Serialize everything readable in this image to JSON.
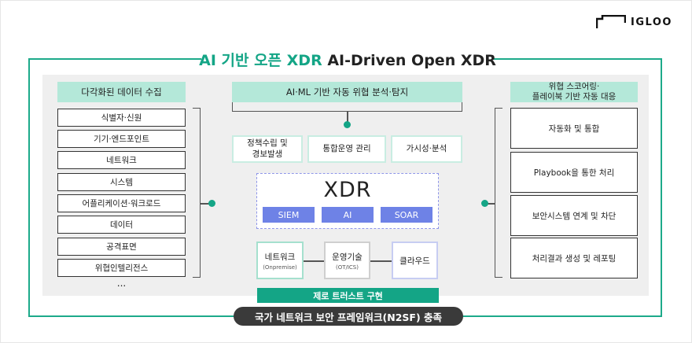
{
  "brand": {
    "name": "IGLOO"
  },
  "title": {
    "accent": "AI 기반 오픈 XDR",
    "rest": "AI-Driven Open XDR"
  },
  "left": {
    "header": "다각화된 데이터 수집",
    "items": [
      "식별자·신원",
      "기기·엔드포인트",
      "네트워크",
      "시스템",
      "어플리케이션·워크로드",
      "데이터",
      "공격표면",
      "위협인텔리전스"
    ],
    "more": "..."
  },
  "center": {
    "header": "AI·ML 기반 자동 위협 분석·탐지",
    "functions": [
      "정책수립 및\n경보발생",
      "통합운영 관리",
      "가시성·분석"
    ],
    "xdr": {
      "title": "XDR",
      "modules": [
        "SIEM",
        "AI",
        "SOAR"
      ]
    },
    "infra": [
      {
        "label": "네트워크",
        "sub": "(Onpremise)"
      },
      {
        "label": "운영기술",
        "sub": "(OT/ICS)"
      },
      {
        "label": "클라우드",
        "sub": ""
      }
    ],
    "zero_trust": "제로 트러스트 구현"
  },
  "right": {
    "header": "위협 스코어링·\n플레이북 기반 자동 대응",
    "items": [
      "자동화 및 통합",
      "Playbook을 통한 처리",
      "보안시스템 연계 및 차단",
      "처리결과 생성 및 레포팅"
    ]
  },
  "footer": "국가 네트워크 보안 프레임워크(N2SF) 충족",
  "colors": {
    "accent": "#14a586",
    "header_green": "#b4e8d9",
    "xdr_blue": "#6e82e6",
    "dark": "#3a3a3a"
  }
}
